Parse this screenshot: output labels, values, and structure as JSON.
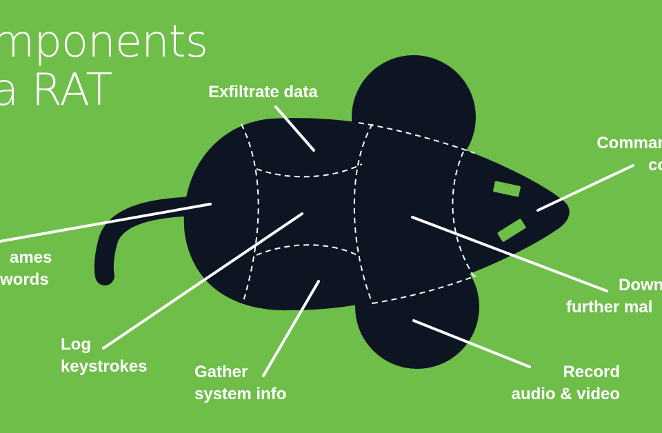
{
  "title": {
    "line1": "mponents",
    "line2": "a RAT"
  },
  "labels": {
    "exfiltrate": [
      "Exfiltrate data"
    ],
    "command": [
      "Comman",
      "co"
    ],
    "usernames": [
      "ames",
      "words"
    ],
    "download": [
      "Down",
      "further mal"
    ],
    "log": [
      "Log",
      "keystrokes"
    ],
    "gather": [
      "Gather",
      "system info"
    ],
    "record": [
      "Record",
      "audio & video"
    ]
  },
  "colors": {
    "background": "#6fbe4a",
    "rat": "#0d1422",
    "lines": "#ffffff"
  }
}
